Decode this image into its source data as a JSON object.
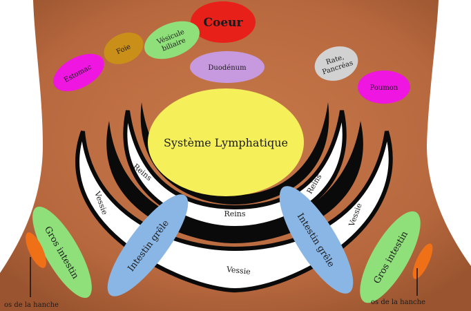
{
  "labels": {
    "coeur": "Coeur",
    "vesicule": [
      "Vésicule",
      "biliaire"
    ],
    "foie": "Foie",
    "estomac": "Estomac",
    "duodenum": "Duodénum",
    "rate_pancreas": [
      "Rate,",
      "Pancréas"
    ],
    "poumon": "Poumon",
    "lymph": "Système Lymphatique",
    "reins": "Reins",
    "vessie": "Vessie",
    "intestin_grele": "Intestin grêle",
    "gros_intestin": "Gros intestin",
    "os_hanche": "os de la hanche"
  },
  "colors": {
    "skin": "#b8683e",
    "background": "#ffffff",
    "coeur": "#e8201a",
    "vesicule": "#8fe07a",
    "foie": "#c98f18",
    "estomac": "#ee16e0",
    "duodenum": "#c79ae0",
    "rate_pancreas": "#d2d2d2",
    "poumon": "#ee16e0",
    "lymph": "#f5f05a",
    "arcs": "#ffffff",
    "arc_border": "#0a0a0a",
    "intestin_grele": "#8ab6e6",
    "gros_intestin": "#8fe07a",
    "hip_marker": "#f07018"
  }
}
